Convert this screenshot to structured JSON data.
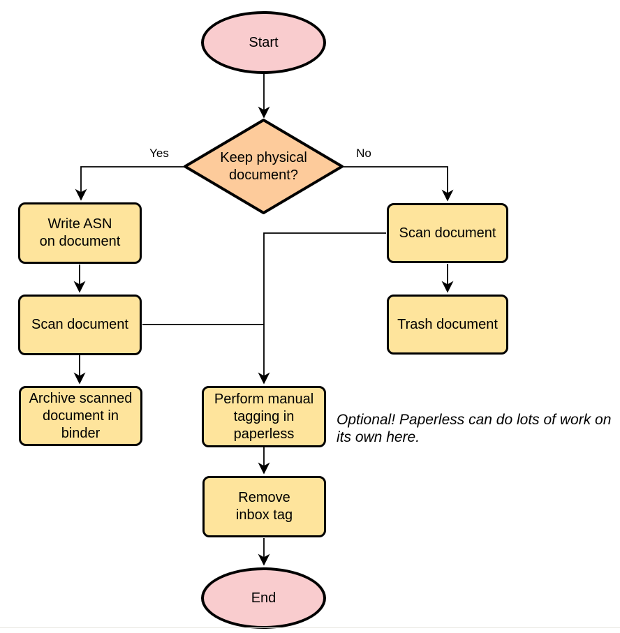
{
  "diagram": {
    "type": "flowchart",
    "topic": "physical document intake / paperless scanning workflow",
    "colors": {
      "terminal_fill": "#F9CCCE",
      "decision_fill": "#FDCB9B",
      "process_fill": "#FEE49C",
      "stroke": "#000000",
      "background": "#FFFFFF"
    },
    "nodes": {
      "start": {
        "label": "Start",
        "shape": "ellipse"
      },
      "decision": {
        "label": "Keep physical\ndocument?",
        "shape": "diamond"
      },
      "write_asn": {
        "label": "Write ASN\non document",
        "shape": "process"
      },
      "scan_left": {
        "label": "Scan document",
        "shape": "process"
      },
      "archive": {
        "label": "Archive scanned\ndocument in\nbinder",
        "shape": "process"
      },
      "scan_right": {
        "label": "Scan document",
        "shape": "process"
      },
      "trash": {
        "label": "Trash document",
        "shape": "process"
      },
      "tagging": {
        "label": "Perform manual\ntagging in\npaperless",
        "shape": "process"
      },
      "remove_inbox": {
        "label": "Remove\ninbox tag",
        "shape": "process"
      },
      "end": {
        "label": "End",
        "shape": "ellipse"
      }
    },
    "edge_labels": {
      "yes": "Yes",
      "no": "No"
    },
    "annotation": "Optional! Paperless can do lots of work on\nits own here."
  }
}
